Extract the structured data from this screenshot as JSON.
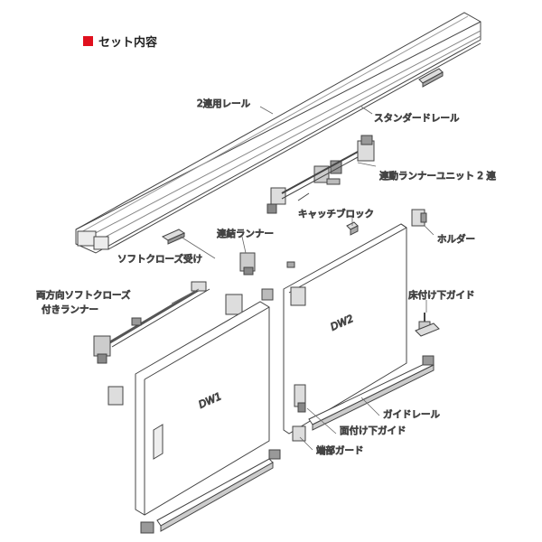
{
  "header": {
    "title": "セット内容",
    "marker_color": "#e0101e"
  },
  "labels": {
    "double_rail": "2連用レール",
    "standard_rail": "スタンダードレール",
    "runner_unit": "連動ランナーユニット 2 連",
    "catch_block": "キャッチブロック",
    "holder": "ホルダー",
    "connect_runner": "連結ランナー",
    "softclose_catch": "ソフトクローズ受け",
    "softclose_runner_line1": "両方向ソフトクローズ",
    "softclose_runner_line2": "付きランナー",
    "floor_guide": "床付け下ガイド",
    "guide_rail": "ガイドレール",
    "face_guide": "面付け下ガイド",
    "end_guard": "端部ガード"
  },
  "doors": {
    "dw1": "DW1",
    "dw2": "DW2"
  },
  "colors": {
    "line": "#444444",
    "part_fill": "#d8d8d8",
    "part_dark": "#8a8a8a"
  }
}
